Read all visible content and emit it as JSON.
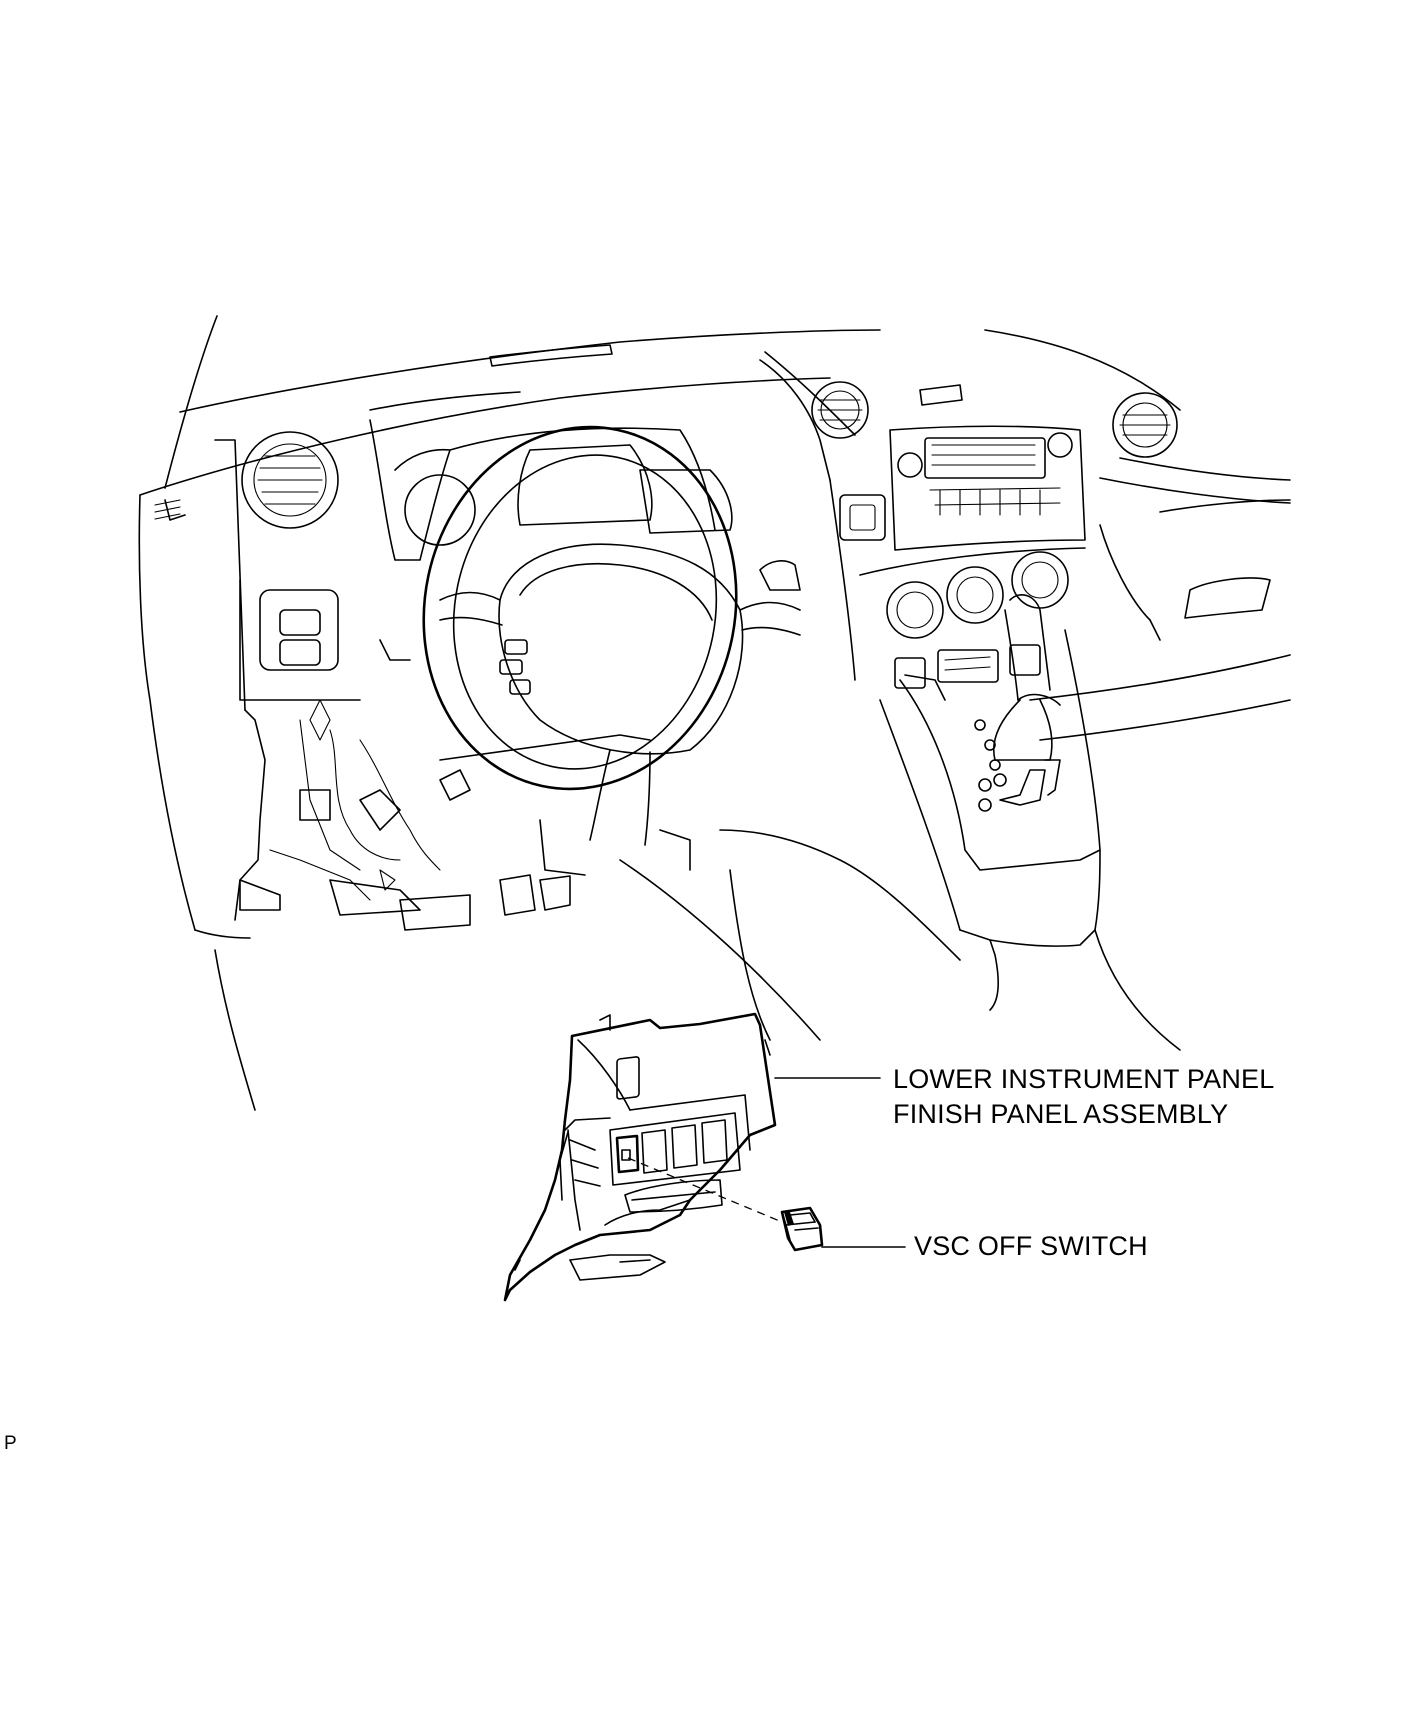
{
  "labels": {
    "lower_panel_line1": "LOWER INSTRUMENT PANEL",
    "lower_panel_line2": "FINISH PANEL ASSEMBLY",
    "vsc_switch": "VSC OFF SWITCH"
  },
  "figure_code": "P",
  "icons": [
    "dashboard-drawing",
    "steering-wheel-drawing",
    "lower-panel-drawing",
    "vsc-switch-drawing"
  ]
}
